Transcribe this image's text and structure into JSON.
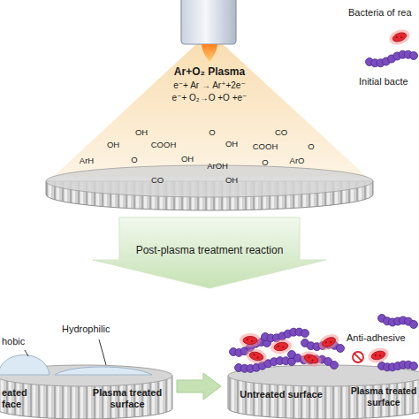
{
  "diagram": {
    "labels": [
      "Bacteria of rea",
      "Initial bacte",
      "Ar+O₂ Plasma",
      "e⁻+ Ar → Ar⁺+2e⁻",
      "e⁻+ O₂→O +O +e⁻",
      "OH",
      "O",
      "CO",
      "OH",
      "COOH",
      "OH",
      "COOH",
      "ArH",
      "O",
      "OH",
      "ArOH",
      "O",
      "ArO",
      "CO",
      "OH",
      "O",
      "Post-plasma treatment reaction",
      "hobic",
      "Hydrophilic",
      "eated face",
      "Plasma treated surface",
      "Anti-adhesive",
      "Untreated surface",
      "Plasma treated surface"
    ]
  }
}
